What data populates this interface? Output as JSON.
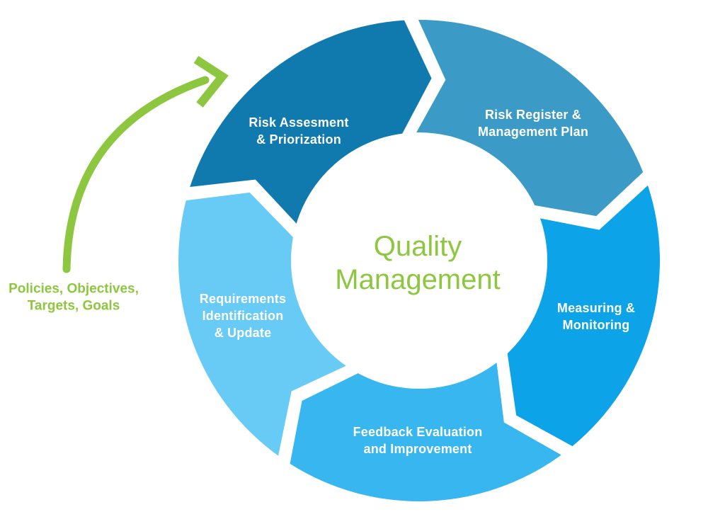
{
  "diagram": {
    "center": {
      "label": "Quality\nManagement",
      "color": "#8dc63f"
    },
    "input_annotation": {
      "text": "Policies, Objectives,\nTargets, Goals",
      "color": "#8dc63f"
    },
    "arrow": {
      "name": "curved-input-arrow",
      "color": "#8dc63f"
    },
    "label_text_color": "#ffffff",
    "segments": [
      {
        "id": "risk-register",
        "label": "Risk Register &\nManagement Plan",
        "color": "#3c9bc6",
        "start_angle": 1,
        "end_angle": 73
      },
      {
        "id": "measuring-monitoring",
        "label": "Measuring &\nMonitoring",
        "color": "#0da3e8",
        "start_angle": 73,
        "end_angle": 145
      },
      {
        "id": "feedback-improvement",
        "label": "Feedback Evaluation\nand Improvement",
        "color": "#38b6f0",
        "start_angle": 145,
        "end_angle": 217
      },
      {
        "id": "requirements-update",
        "label": "Requirements\nIdentification\n& Update",
        "color": "#68cbf6",
        "start_angle": 217,
        "end_angle": 289
      },
      {
        "id": "risk-assessment",
        "label": "Risk Assesment\n& Priorization",
        "color": "#1079ae",
        "start_angle": 289,
        "end_angle": 361
      }
    ]
  }
}
